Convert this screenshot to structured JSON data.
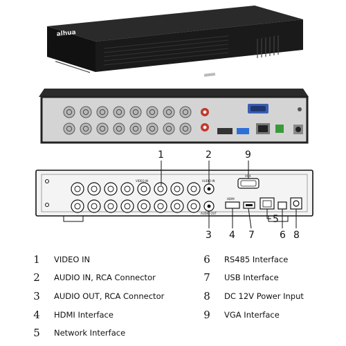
{
  "device": {
    "brand": "alhua",
    "panel_labels": {
      "video_in": "VIDEO IN",
      "audio_in": "AUDIO IN",
      "audio_out": "AUDIO OUT",
      "hdmi": "HDMI",
      "vga": "VGA"
    }
  },
  "callouts": [
    "1",
    "2",
    "3",
    "4",
    "5",
    "6",
    "7",
    "8",
    "9"
  ],
  "legend": [
    {
      "num": "1",
      "label": "VIDEO IN"
    },
    {
      "num": "2",
      "label": "AUDIO IN, RCA Connector"
    },
    {
      "num": "3",
      "label": "AUDIO OUT, RCA Connector"
    },
    {
      "num": "4",
      "label": "HDMI Interface"
    },
    {
      "num": "5",
      "label": "Network Interface"
    },
    {
      "num": "6",
      "label": "RS485 Interface"
    },
    {
      "num": "7",
      "label": "USB Interface"
    },
    {
      "num": "8",
      "label": "DC 12V Power Input"
    },
    {
      "num": "9",
      "label": "VGA Interface"
    }
  ],
  "colors": {
    "chassis": "#1c1c1c",
    "rear_panel": "#d9d9d9",
    "usb_blue": "#2d6fd6",
    "terminal_green": "#3a9a3a",
    "vga_blue": "#3a5fb0",
    "rca_red": "#c0392b"
  }
}
